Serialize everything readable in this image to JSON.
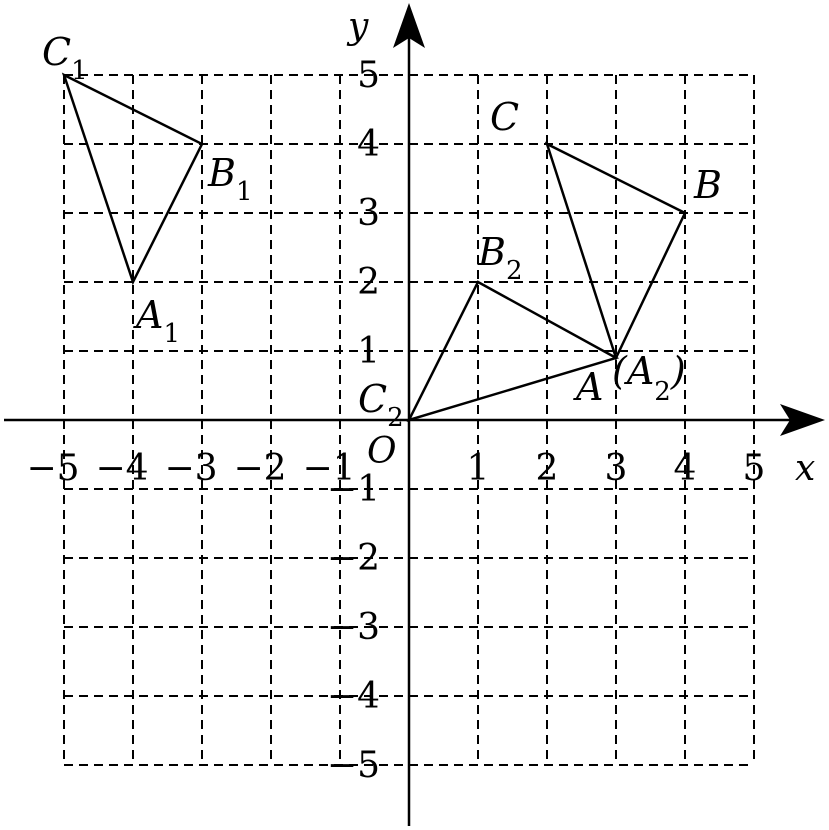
{
  "axes": {
    "x_name": "x",
    "y_name": "y",
    "origin_label": "O",
    "range": [
      -5,
      5
    ],
    "x_ticks": [
      "-5",
      "-4",
      "-3",
      "-2",
      "-1",
      "1",
      "2",
      "3",
      "4",
      "5"
    ],
    "y_ticks": [
      "5",
      "4",
      "3",
      "2",
      "1",
      "-1",
      "-2",
      "-3",
      "-4",
      "-5"
    ]
  },
  "grid": {
    "style": "dashed",
    "step": 1
  },
  "triangles": [
    {
      "name": "ABC",
      "vertices": [
        [
          3,
          0.9
        ],
        [
          4,
          3
        ],
        [
          2,
          4
        ]
      ]
    },
    {
      "name": "A1B1C1",
      "vertices": [
        [
          -4,
          2
        ],
        [
          -3,
          4
        ],
        [
          -5,
          5
        ]
      ]
    },
    {
      "name": "A2B2C2",
      "vertices": [
        [
          3,
          0.9
        ],
        [
          1,
          2
        ],
        [
          0,
          0
        ]
      ]
    }
  ],
  "labels": {
    "C": {
      "main": "C",
      "sub": ""
    },
    "B": {
      "main": "B",
      "sub": ""
    },
    "A": {
      "main": "A",
      "sub": ""
    },
    "A2": {
      "open": "(",
      "main": "A",
      "sub": "2",
      "close": ")"
    },
    "C1": {
      "main": "C",
      "sub": "1"
    },
    "B1": {
      "main": "B",
      "sub": "1"
    },
    "A1": {
      "main": "A",
      "sub": "1"
    },
    "B2": {
      "main": "B",
      "sub": "2"
    },
    "C2": {
      "main": "C",
      "sub": "2"
    }
  }
}
